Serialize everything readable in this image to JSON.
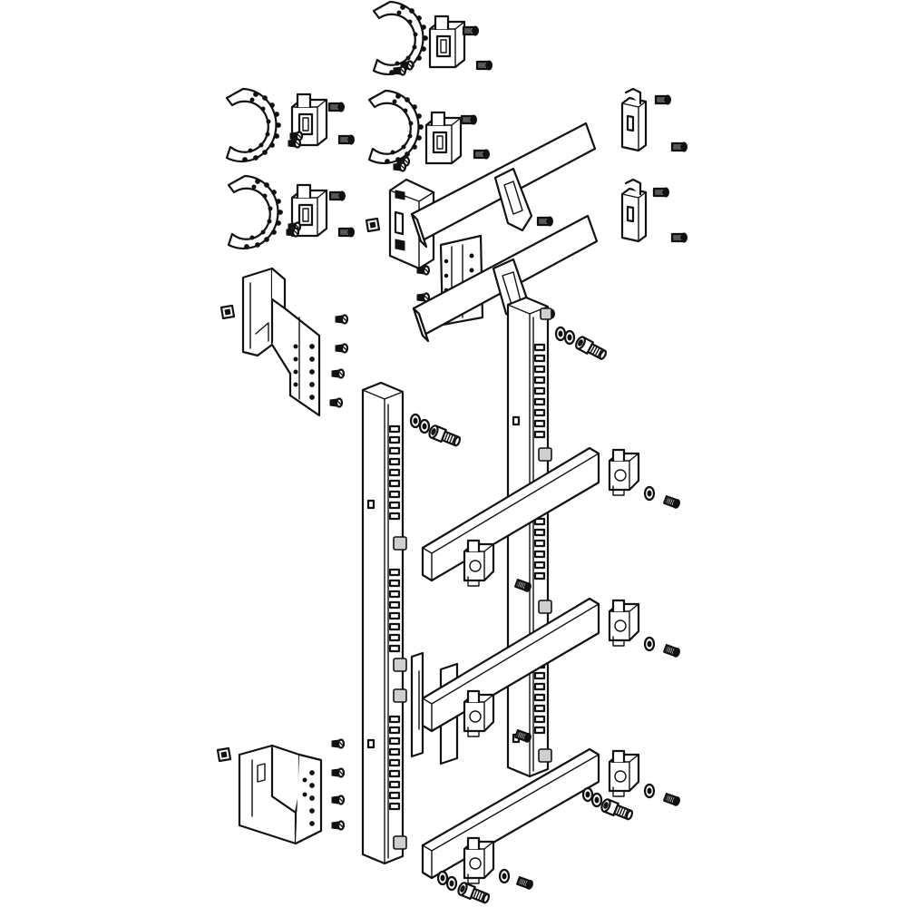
{
  "figure": {
    "kind": "exploded-assembly-drawing",
    "line_color": "#111111",
    "fill_color": "#ffffff",
    "shade_color": "#cfcfcf"
  },
  "parts": {
    "vertical_rails": 2,
    "horizontal_busbar_supports": 3,
    "angled_top_supports": 2,
    "perforated_c_plates": 4,
    "terminal_clamps": 4,
    "wall_brackets": 2,
    "support_blocks": 6
  }
}
